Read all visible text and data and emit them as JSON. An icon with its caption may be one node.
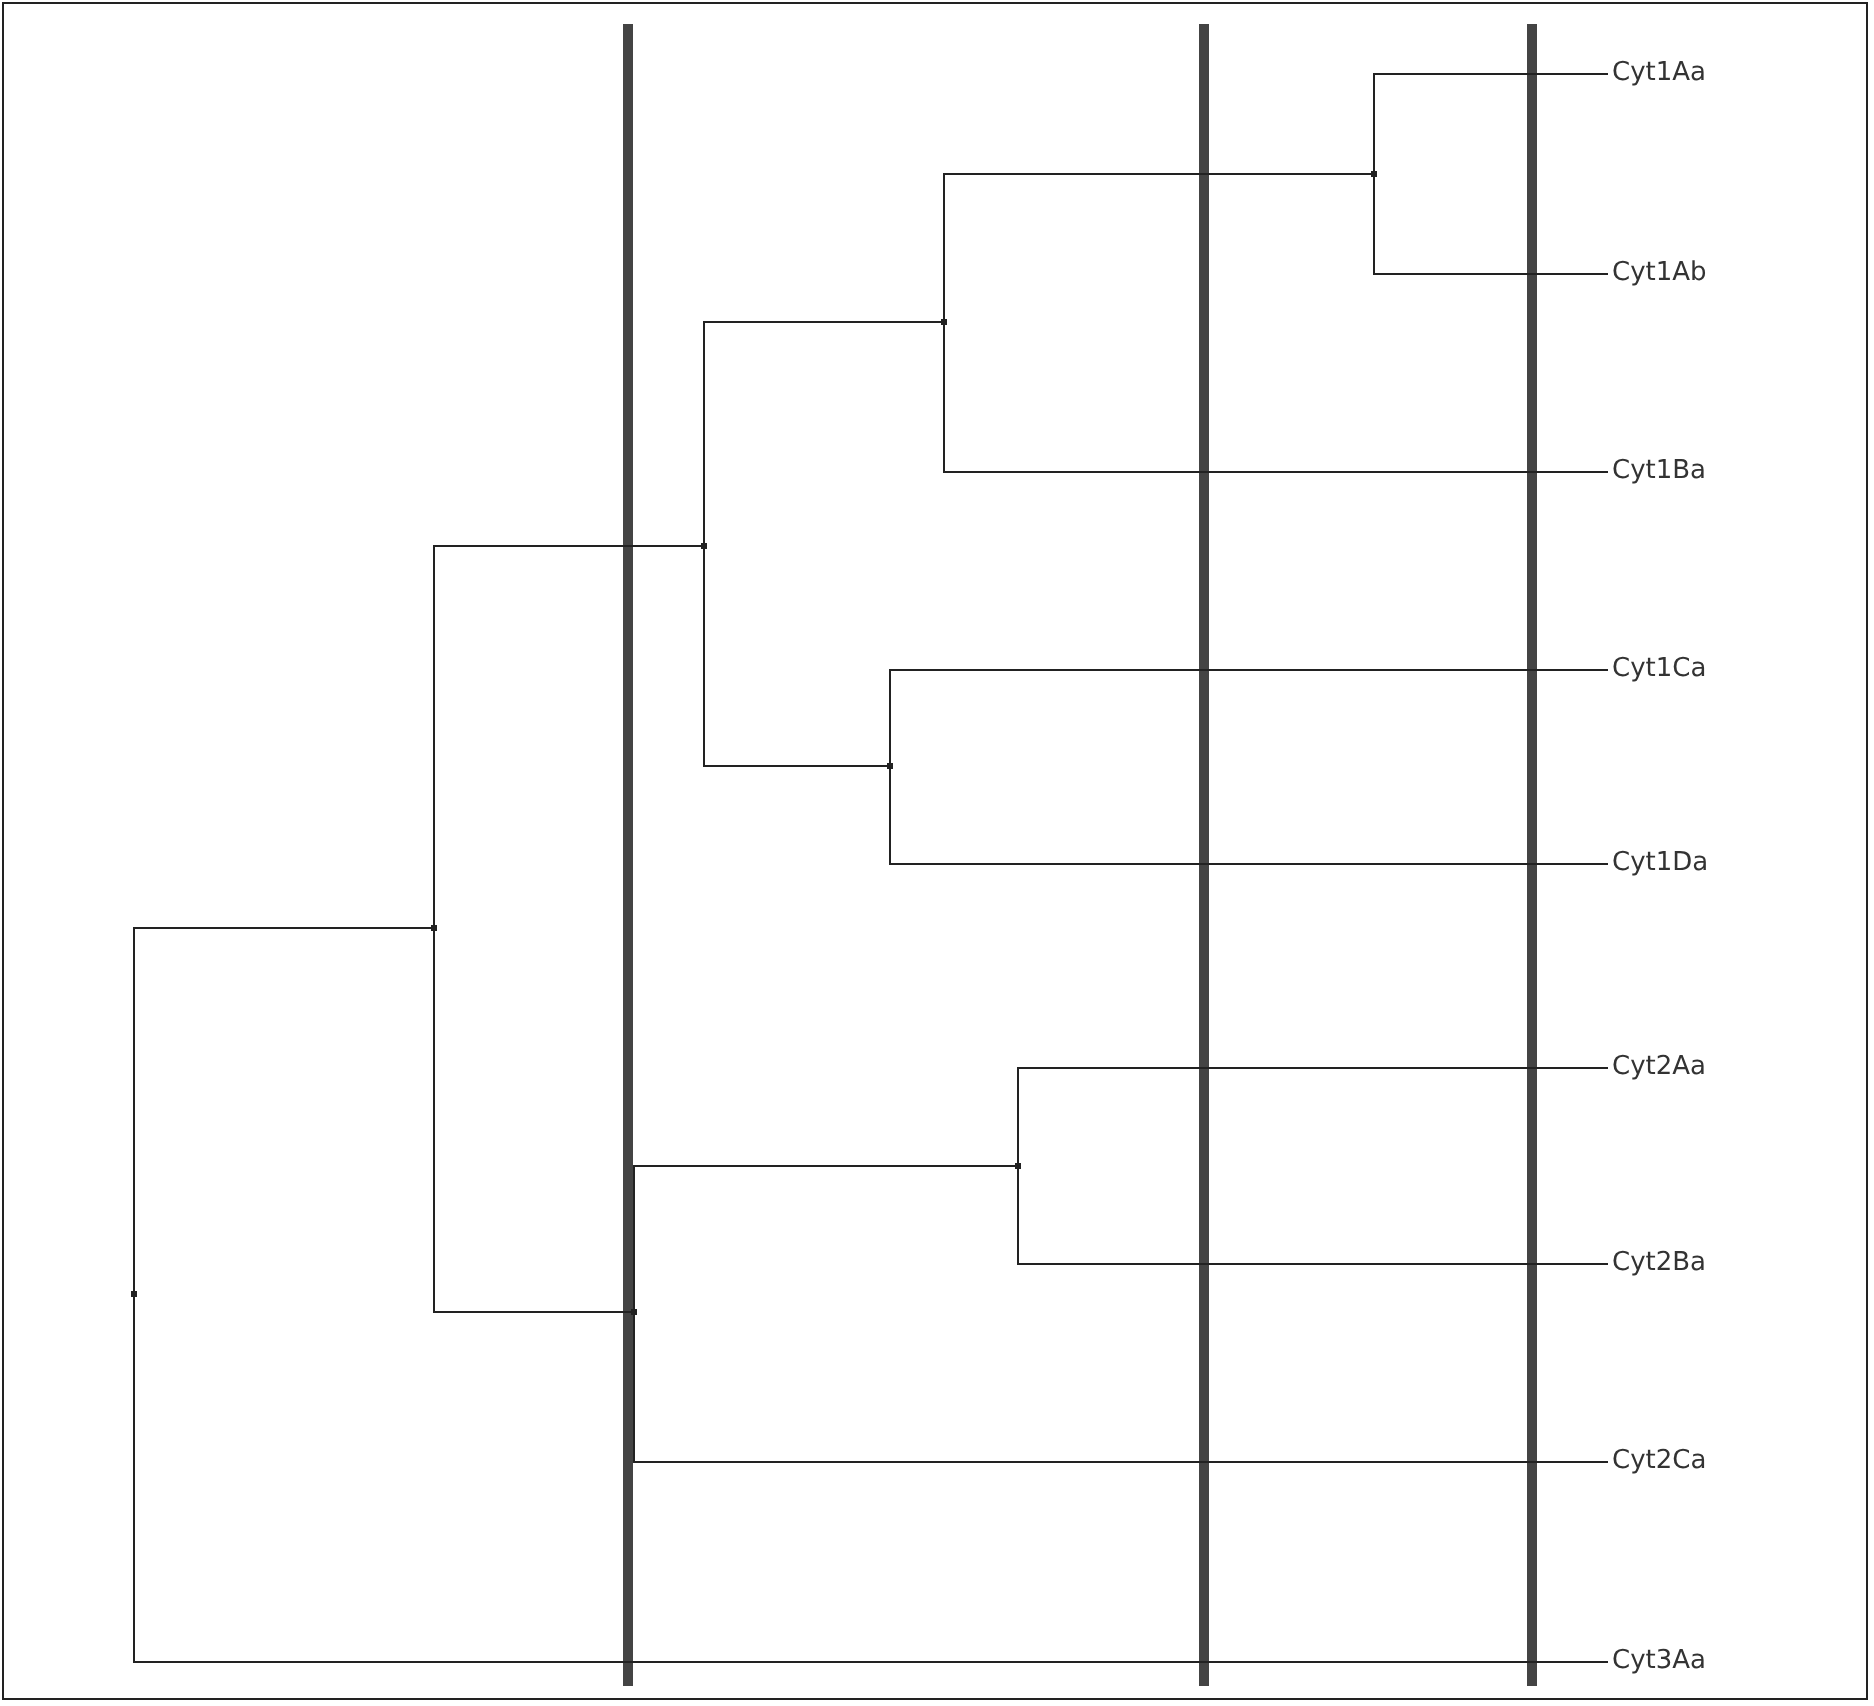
{
  "diagram": {
    "nodes": [
      {
        "text": [
          "Cyt1Aa"
        ]
      },
      {
        "text": [
          "Cyt1Ab"
        ]
      },
      {
        "text": [
          "Cyt1Ba"
        ]
      },
      {
        "text": [
          "Cyt1Ca"
        ]
      },
      {
        "text": [
          "Cyt1Da"
        ]
      },
      {
        "text": [
          "Cyt2Aa"
        ]
      },
      {
        "text": [
          "Cyt2Ba"
        ]
      },
      {
        "text": [
          "Cyt2Ca"
        ]
      },
      {
        "text": [
          "Cyt3Aa"
        ]
      },
      {
        "text": [],
        "shape": "point"
      },
      {
        "text": [],
        "shape": "point"
      },
      {
        "text": [],
        "shape": "point"
      },
      {
        "text": [],
        "shape": "point"
      },
      {
        "text": [],
        "shape": "point"
      },
      {
        "text": [],
        "shape": "point"
      },
      {
        "text": [],
        "shape": "point"
      },
      {
        "text": [],
        "shape": "point"
      }
    ],
    "edges": [
      {
        "from": 9,
        "to": 10,
        "arrow": "none"
      },
      {
        "from": 9,
        "to": 8,
        "arrow": "none"
      },
      {
        "from": 10,
        "to": 11,
        "arrow": "none"
      },
      {
        "from": 10,
        "to": 15,
        "arrow": "none"
      },
      {
        "from": 11,
        "to": 12,
        "arrow": "none"
      },
      {
        "from": 11,
        "to": 14,
        "arrow": "none"
      },
      {
        "from": 12,
        "to": 13,
        "arrow": "none"
      },
      {
        "from": 12,
        "to": 2,
        "arrow": "none"
      },
      {
        "from": 13,
        "to": 0,
        "arrow": "none"
      },
      {
        "from": 13,
        "to": 1,
        "arrow": "none"
      },
      {
        "from": 14,
        "to": 3,
        "arrow": "none"
      },
      {
        "from": 14,
        "to": 4,
        "arrow": "none"
      },
      {
        "from": 15,
        "to": 16,
        "arrow": "none"
      },
      {
        "from": 15,
        "to": 7,
        "arrow": "none"
      },
      {
        "from": 16,
        "to": 5,
        "arrow": "none"
      },
      {
        "from": 16,
        "to": 6,
        "arrow": "none"
      }
    ]
  }
}
